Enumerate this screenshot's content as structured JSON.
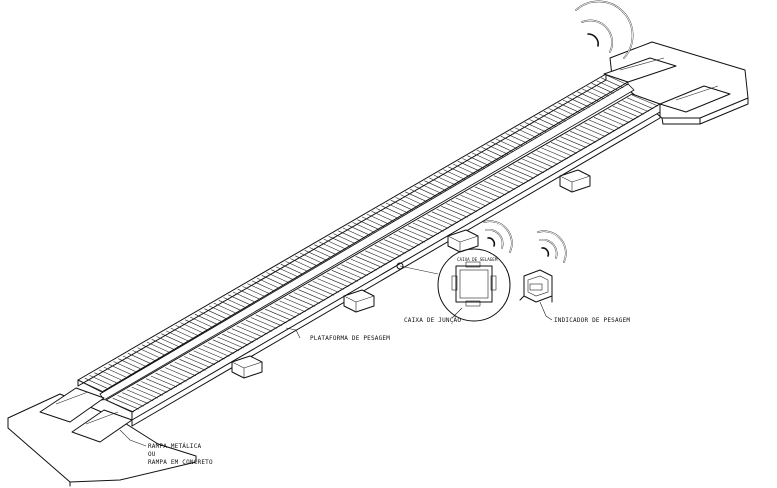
{
  "labels": {
    "weighing_platform": "PLATAFORMA DE PESAGEM",
    "junction_box": "CAIXA DE JUNÇÃO",
    "weighing_indicator": "INDICADOR DE PESAGEM",
    "ramp_line1": "RAMPA METÁLICA",
    "ramp_line2": "OU",
    "ramp_line3": "RAMPA EM CONCRETO",
    "box_cover": "CAIXA DE SELAGEM"
  },
  "colors": {
    "ink": "#111111",
    "paper": "#ffffff"
  },
  "icons": {
    "wireless": "wireless-signal-icon"
  }
}
